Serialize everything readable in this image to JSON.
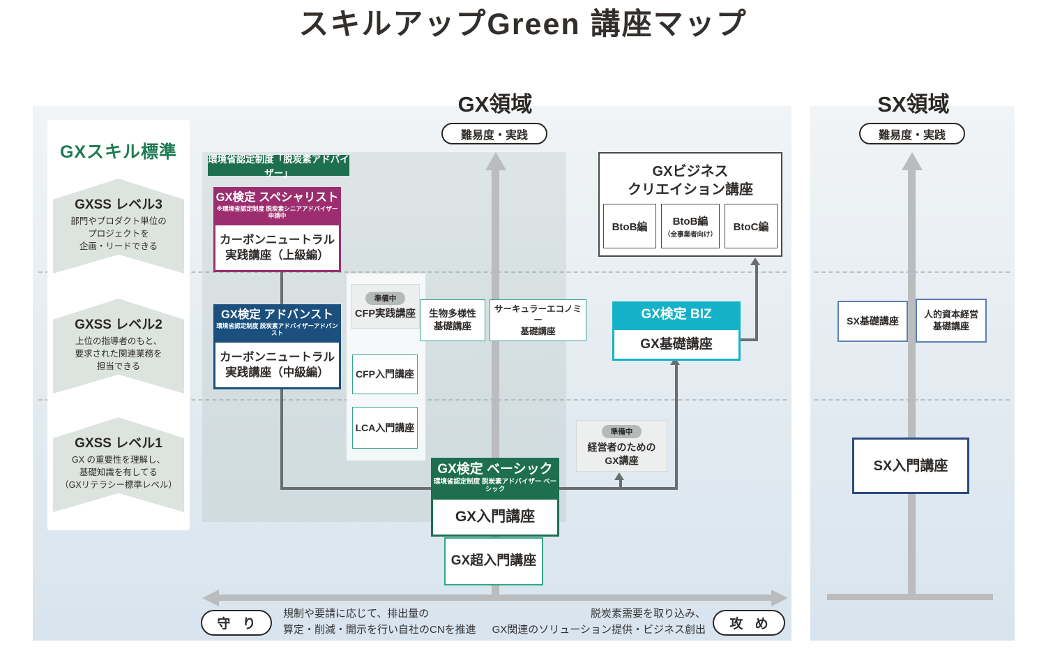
{
  "title": "スキルアップGreen 講座マップ",
  "badges": {
    "preparing": "準備中"
  },
  "gx": {
    "heading": "GX領域",
    "difficulty_badge": "難易度・実践",
    "cert_bar": "環境省認定制度「脱炭素アドバイザー」",
    "specialist": {
      "header": "GX検定 スペシャリスト",
      "subheader": "※環境省認定制度 脱炭素シニアアドバイザー 申請中",
      "body": "カーボンニュートラル\n実践講座（上級編）"
    },
    "advanced": {
      "header": "GX検定 アドバンスト",
      "subheader": "環境省認定制度 脱炭素アドバイザーアドバンスト",
      "body": "カーボンニュートラル\n実践講座（中級編）"
    },
    "basic": {
      "header": "GX検定 ベーシック",
      "subheader": "環境省認定制度 脱炭素アドバイザー ベーシック",
      "body": "GX入門講座"
    },
    "biz": {
      "header": "GX検定 BIZ",
      "body": "GX基礎講座"
    },
    "business_creation": {
      "title": "GXビジネス\nクリエイション講座",
      "editions": [
        "BtoB編",
        "BtoB編",
        "BtoC編"
      ],
      "edition2_note": "（全事業者向け）"
    },
    "courses": {
      "cfp_practice": "CFP実践講座",
      "biodiversity": "生物多様性\n基礎講座",
      "circular_economy": "サーキュラーエコノミー\n基礎講座",
      "cfp_intro": "CFP入門講座",
      "lca_intro": "LCA入門講座",
      "executives": "経営者のための\nGX講座",
      "super_intro": "GX超入門講座"
    }
  },
  "sx": {
    "heading": "SX領域",
    "difficulty_badge": "難易度・実践",
    "courses": {
      "sx_basic": "SX基礎講座",
      "human_capital": "人的資本経営\n基礎講座",
      "sx_intro": "SX入門講座"
    }
  },
  "skill_standard": {
    "title": "GXスキル標準",
    "levels": [
      {
        "name": "GXSS レベル3",
        "desc": "部門やプロダクト単位の\nプロジェクトを\n企画・リードできる"
      },
      {
        "name": "GXSS レベル2",
        "desc": "上位の指導者のもと、\n要求された関連業務を\n担当できる"
      },
      {
        "name": "GXSS レベル1",
        "desc": "GX の重要性を理解し、\n基礎知識を有してる\n（GXリテラシー標準レベル）"
      }
    ]
  },
  "bottom_axis": {
    "defense_label": "守 り",
    "defense_desc": "規制や要請に応じて、排出量の\n算定・削減・開示を行い自社のCNを推進",
    "offense_label": "攻 め",
    "offense_desc": "脱炭素需要を取り込み、\nGX関連のソリューション提供・ビジネス創出"
  },
  "colors": {
    "dark_green": "#1d6f4f",
    "purple": "#9c2e6f",
    "dark_blue": "#1b4f7d",
    "cyan": "#14b2c8",
    "teal_border": "#35a689",
    "sx_border": "#5b7fb7",
    "sx_border_dark": "#2b4a80",
    "axis_gray": "#babcbd",
    "connector_gray": "#6a6e6f",
    "skill_green": "#1e7a53"
  }
}
